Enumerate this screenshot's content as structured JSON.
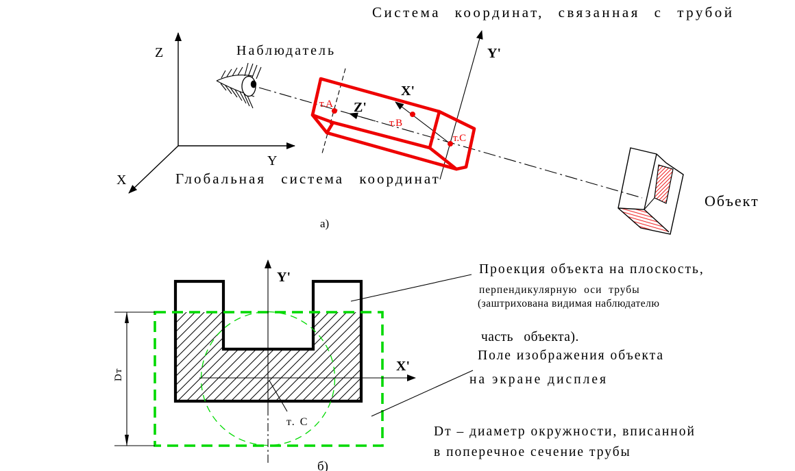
{
  "colors": {
    "tube_red": "#ee0000",
    "field_green": "#00d900",
    "ink": "#000000"
  },
  "title": "Система координат, связанная с трубой",
  "panel_a": {
    "caption": "а)",
    "observer": "Наблюдатель",
    "global_cs": "Глобальная система координат",
    "object": "Объект",
    "axis_x": "X",
    "axis_y": "Y",
    "axis_z": "Z",
    "axis_xp": "X'",
    "axis_yp": "Y'",
    "axis_zp": "Z'",
    "pt_a": "т.А",
    "pt_b": "т.В",
    "pt_c": "т.С"
  },
  "panel_b": {
    "caption": "б)",
    "axis_xp": "X'",
    "axis_yp": "Y'",
    "pt_c": "т. С",
    "dim": "Dт",
    "note_projection_1": "Проекция объекта на плоскость,",
    "note_projection_2": "перпендикулярную оси трубы",
    "note_projection_3": "(заштрихована видимая наблюдателю",
    "note_projection_4": "часть объекта).",
    "note_field_1": "Поле изображения объекта",
    "note_field_2": "на экране дисплея",
    "note_dim_1": "Dт – диаметр окружности, вписанной",
    "note_dim_2": "в поперечное сечение трубы"
  }
}
